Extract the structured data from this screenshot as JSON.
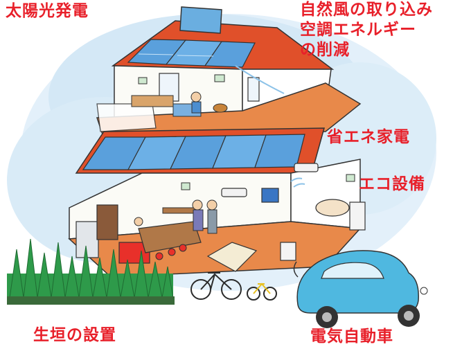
{
  "labels": {
    "solar": "太陽光発電",
    "wind_line1": "自然風の取り込み",
    "wind_line2": "空調エネルギー",
    "wind_line3": "の削減",
    "appliance": "省エネ家電",
    "eco_equipment": "エコ設備",
    "hedge": "生垣の設置",
    "ev": "電気自動車"
  },
  "colors": {
    "label": "#e8202a",
    "roof": "#e0502a",
    "floor": "#e8894a",
    "solar_panel": "#5aa0dc",
    "sky": "#cfe6f5",
    "hedge": "#2e9a4a",
    "car": "#4fb8e0"
  }
}
